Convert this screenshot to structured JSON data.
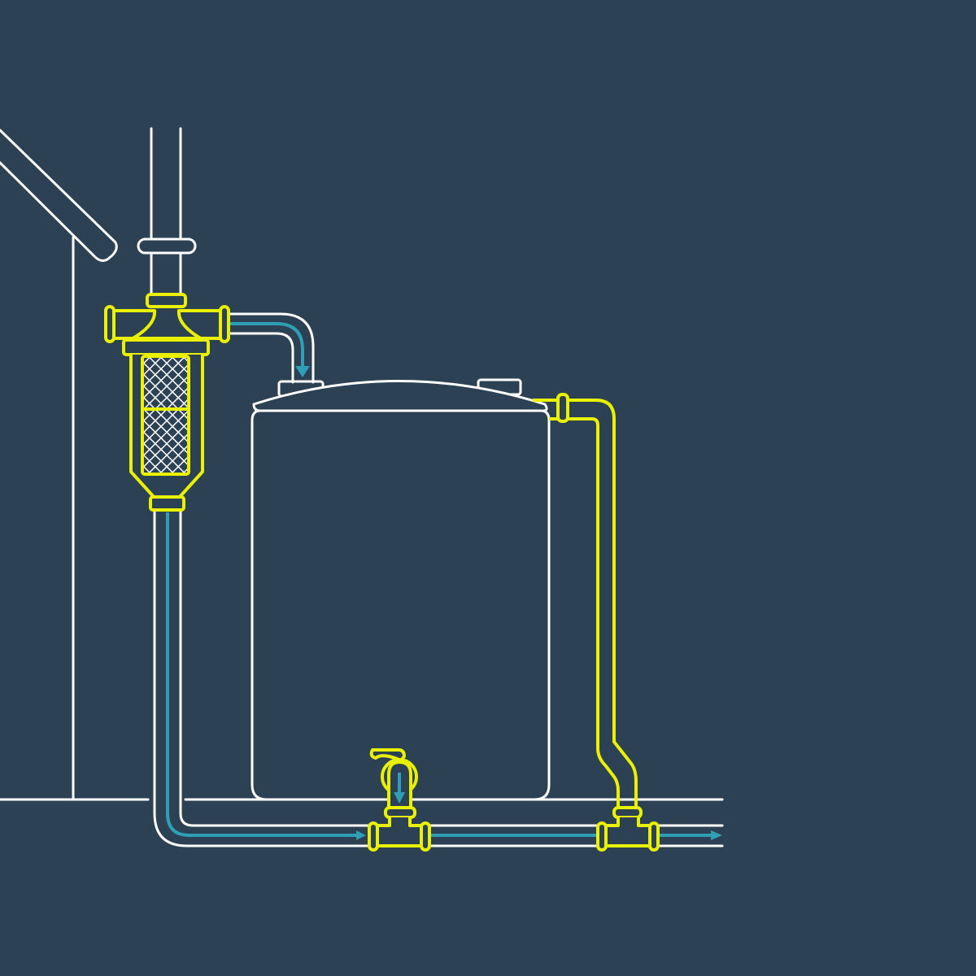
{
  "colors": {
    "background": "#2d4155",
    "outline": "#ffffff",
    "highlight": "#e9f000",
    "water_flow": "#2e9fb4"
  },
  "components": [
    "house-roof",
    "house-wall",
    "supply-pipe",
    "pipe-clamp",
    "filter",
    "water-tank",
    "drain-valve",
    "overflow-pipe",
    "tee-fitting",
    "outlet-pipe"
  ]
}
